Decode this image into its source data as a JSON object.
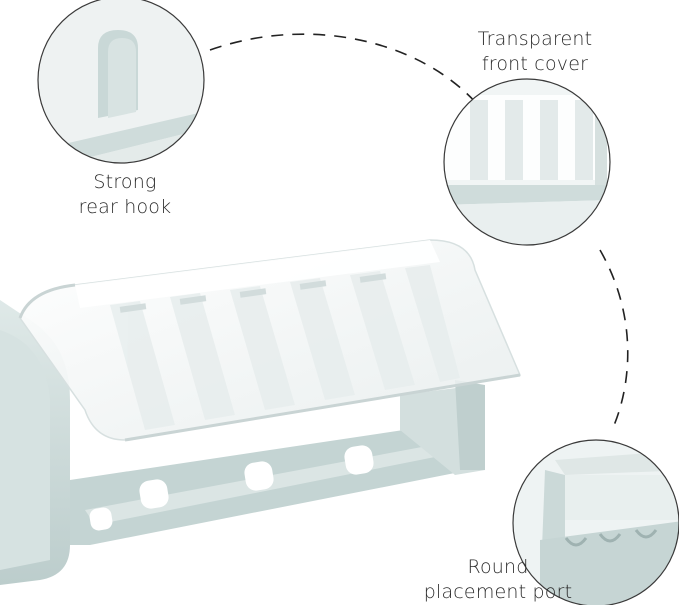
{
  "callouts": {
    "hook": {
      "line1": "Strong",
      "line2": "rear hook"
    },
    "cover": {
      "line1": "Transparent",
      "line2": "front cover"
    },
    "port": {
      "line1": "Round",
      "line2": "placement port"
    }
  },
  "colors": {
    "plastic": "#cfdcdb",
    "plastic_shadow": "#b3c4c3",
    "cover": "#eef2f2",
    "dash": "#222222"
  }
}
